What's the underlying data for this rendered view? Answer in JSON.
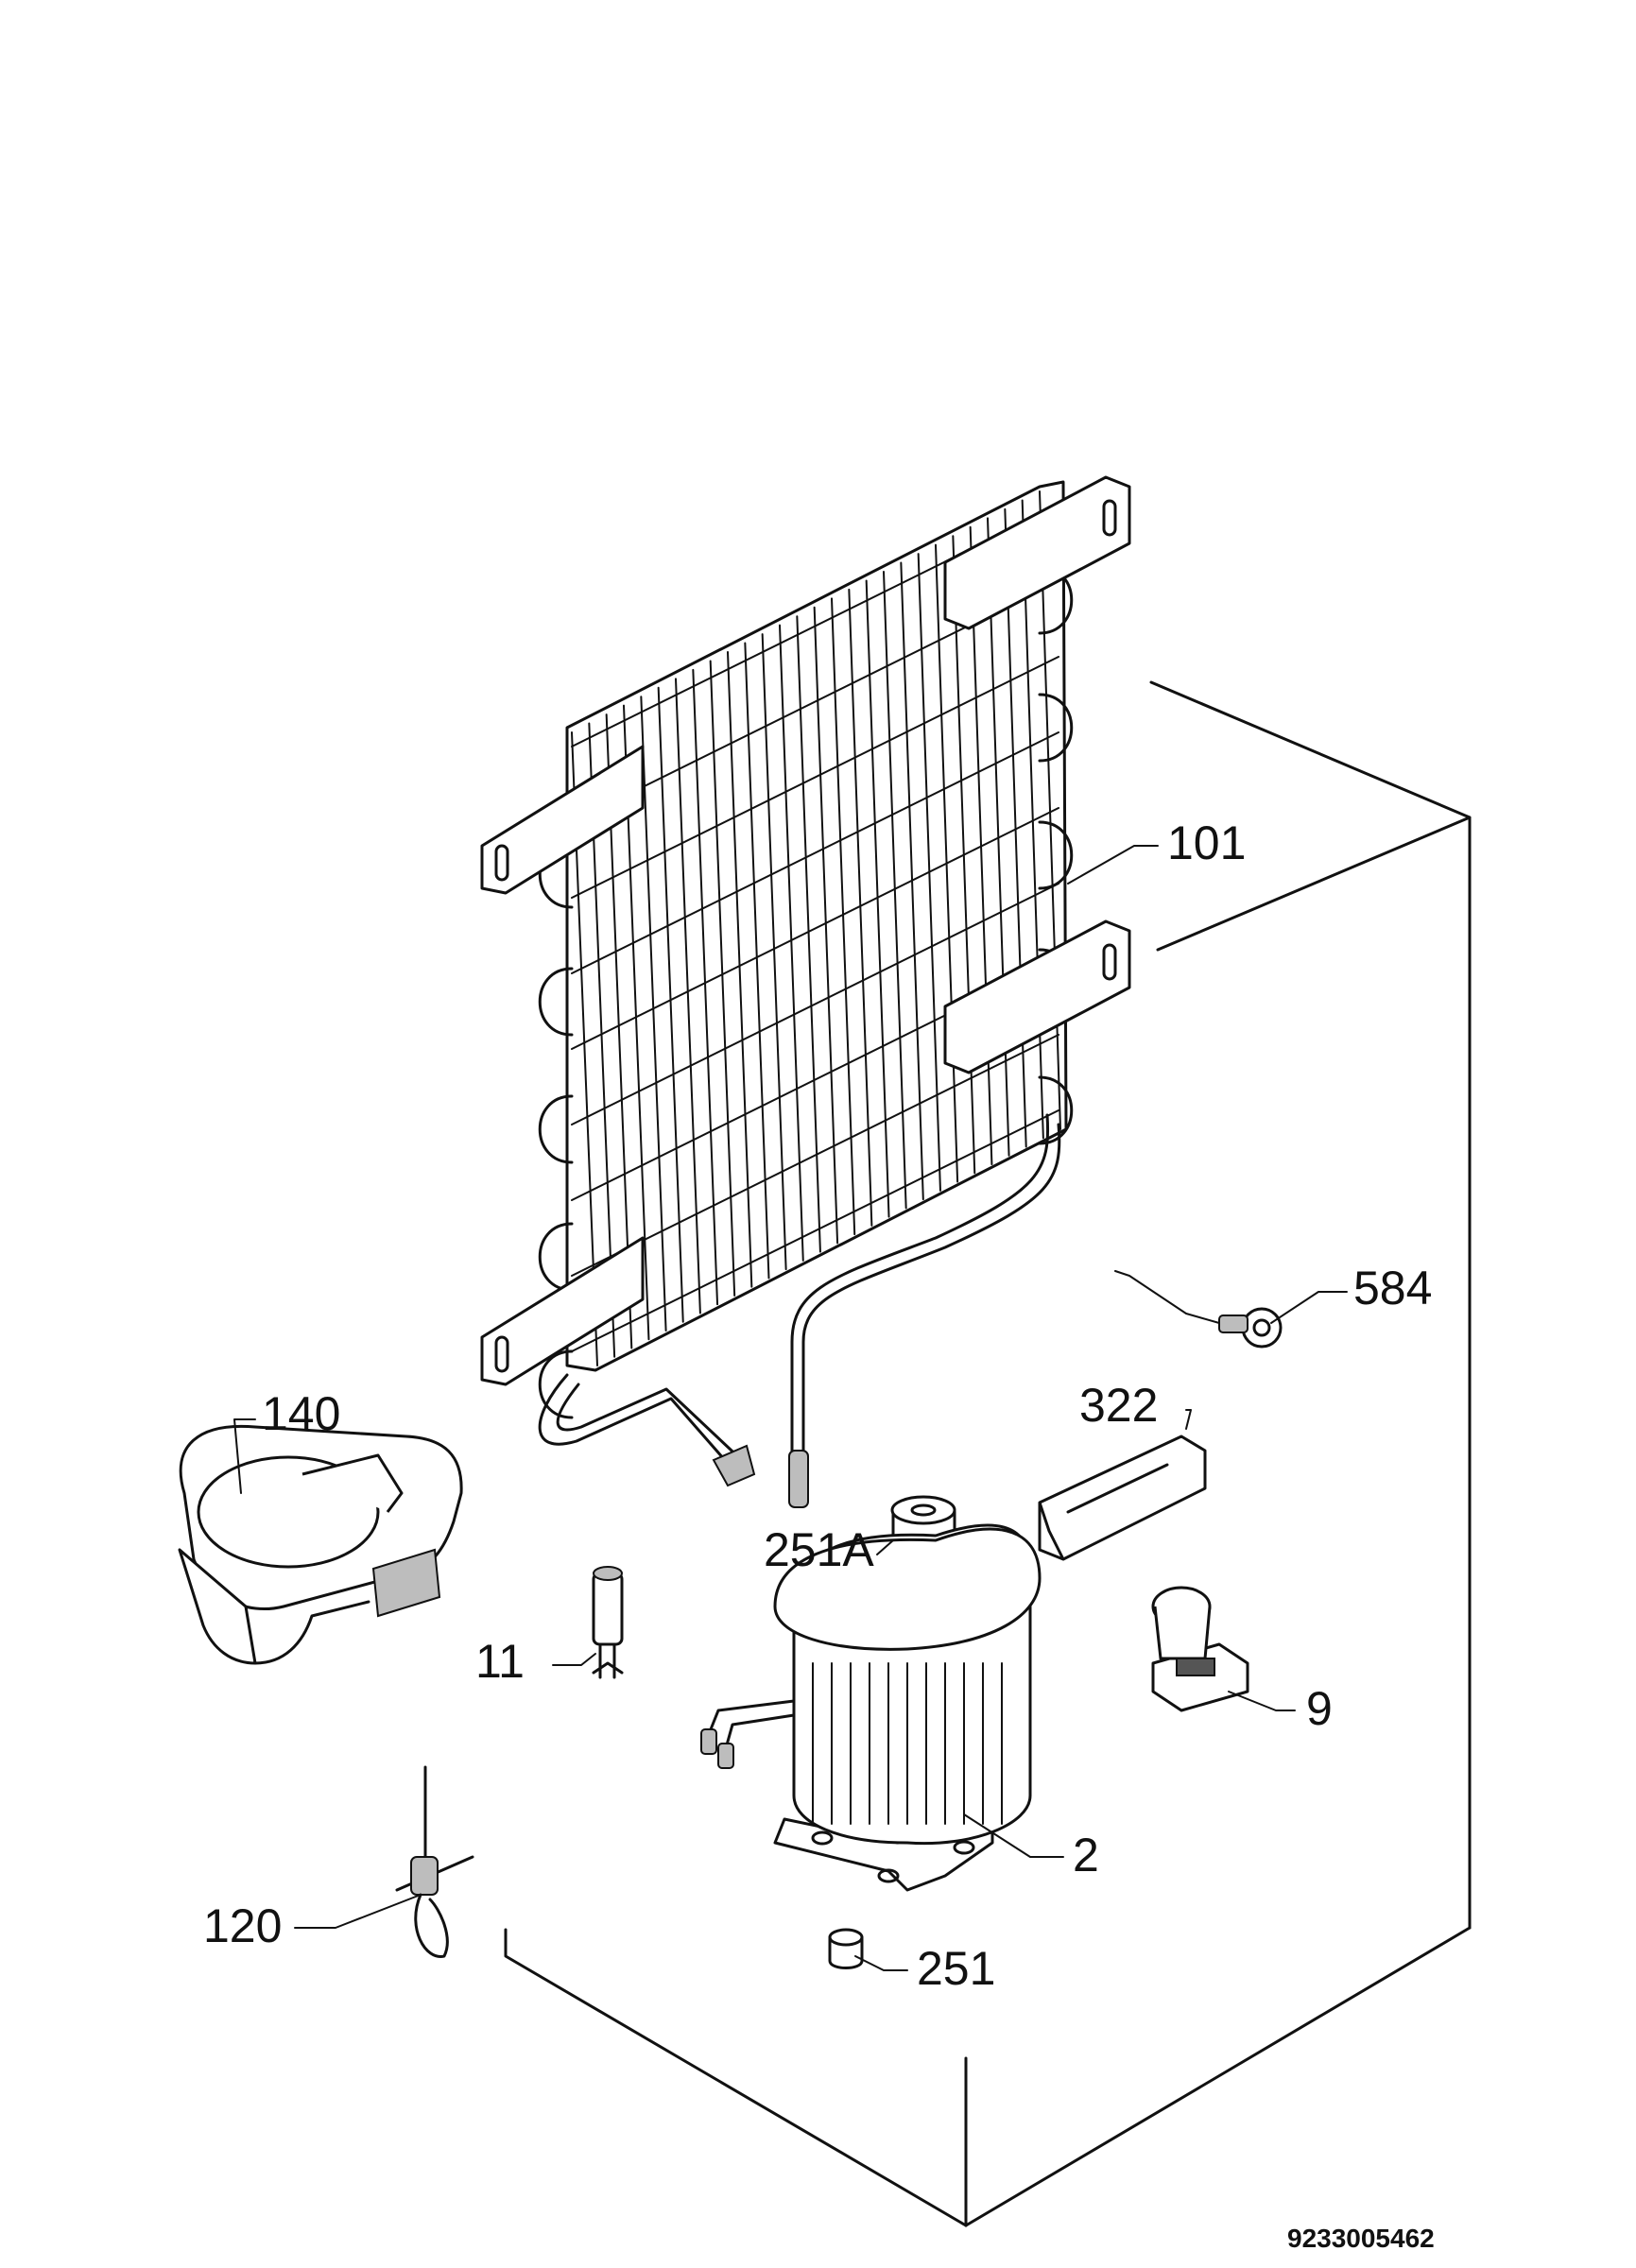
{
  "diagram": {
    "reference_number": "9233005462",
    "callouts": {
      "p101": "101",
      "p584": "584",
      "p140": "140",
      "p322": "322",
      "p251A": "251A",
      "p11": "11",
      "p9": "9",
      "p2": "2",
      "p120": "120",
      "p251": "251"
    }
  }
}
